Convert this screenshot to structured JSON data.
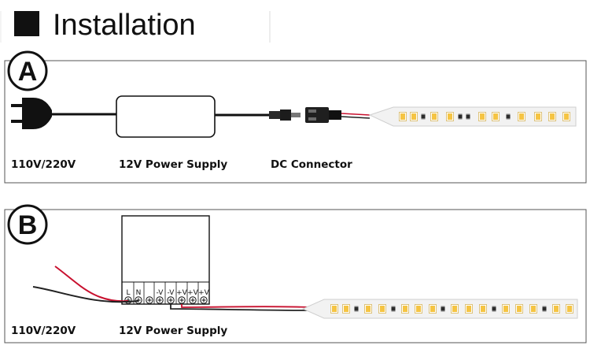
{
  "header": {
    "title": "Installation"
  },
  "panel_a": {
    "badge": "A",
    "labels": {
      "mains": "110V/220V",
      "power_supply": "12V Power Supply",
      "connector": "DC Connector"
    }
  },
  "panel_b": {
    "badge": "B",
    "labels": {
      "mains": "110V/220V",
      "power_supply": "12V Power Supply"
    },
    "terminals": [
      "L",
      "N",
      "",
      "-V",
      "-V",
      "+V",
      "+V",
      "+V"
    ]
  },
  "colors": {
    "wire_red": "#c8102e",
    "wire_black": "#222222",
    "strip": "#f2f2f2",
    "led": "#f5c443"
  },
  "icons": [
    "plug-icon",
    "led-strip-icon",
    "power-supply-icon",
    "dc-connector-icon"
  ]
}
